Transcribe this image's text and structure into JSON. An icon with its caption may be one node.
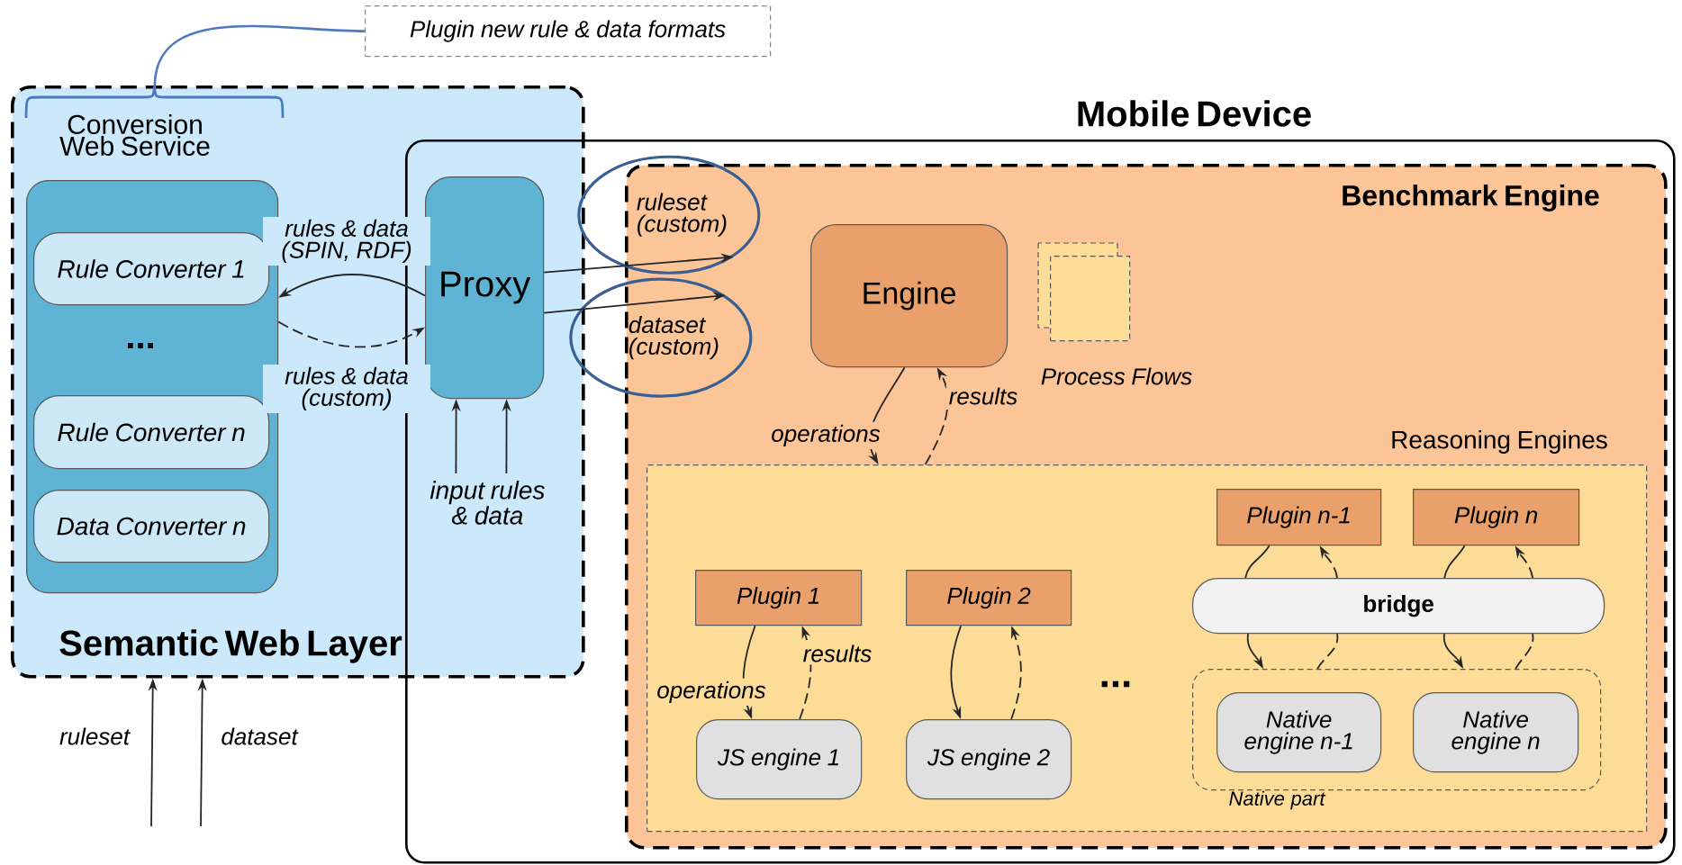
{
  "diagram": {
    "nodes": [
      {
        "text": [
          "Semantic Web Layer"
        ]
      },
      {
        "text": [
          "Conversion Web Service",
          "..."
        ],
        "in": 0
      },
      {
        "text": [
          "Rule Converter 1"
        ],
        "in": 1
      },
      {
        "text": [
          "Rule Converter n"
        ],
        "in": 1
      },
      {
        "text": [
          "Data Converter n"
        ],
        "in": 1
      },
      {
        "text": [
          "Mobile Device"
        ]
      },
      {
        "text": [
          "Proxy"
        ]
      },
      {
        "text": [
          "Benchmark Engine"
        ],
        "in": 5
      },
      {
        "text": [
          "ruleset (custom)"
        ],
        "in": 5
      },
      {
        "text": [
          "dataset (custom)"
        ],
        "in": 5
      },
      {
        "text": [
          "Engine"
        ],
        "in": 7
      },
      {
        "text": [
          "Process Flows"
        ],
        "in": 7
      },
      {
        "text": [
          "Reasoning Engines"
        ],
        "in": 7
      },
      {
        "text": [
          "Plugin 1"
        ],
        "in": 12
      },
      {
        "text": [
          "JS engine 1"
        ],
        "in": 12
      },
      {
        "text": [
          "Plugin 2"
        ],
        "in": 12
      },
      {
        "text": [
          "JS engine 2"
        ],
        "in": 12
      },
      {
        "text": [
          "Plugin n-1"
        ],
        "in": 12
      },
      {
        "text": [
          "Plugin n"
        ],
        "in": 12
      },
      {
        "text": [
          "bridge"
        ],
        "in": 12
      },
      {
        "text": [
          "Native part"
        ],
        "in": 12
      },
      {
        "text": [
          "Native engine n-1"
        ],
        "in": 20
      },
      {
        "text": [
          "Native engine n"
        ],
        "in": 20
      },
      {
        "text": [
          "Plugin new rule & data formats"
        ]
      },
      {
        "text": [],
        "shape": "brace",
        "in": 0
      },
      {
        "text": [
          "input rules & data"
        ]
      }
    ],
    "edges": [
      {
        "from": 6,
        "to": 1,
        "arrow": "to",
        "label": "rules & data (SPIN, RDF)"
      },
      {
        "from": 1,
        "to": 6,
        "arrow": "to",
        "label": "rules & data (custom)",
        "style": "dashed"
      },
      {
        "from": 6,
        "to": 8,
        "arrow": "to"
      },
      {
        "from": 6,
        "to": 9,
        "arrow": "to"
      },
      {
        "from": 10,
        "to": 12,
        "arrow": "to",
        "label": "operations"
      },
      {
        "from": 12,
        "to": 10,
        "arrow": "to",
        "label": "results",
        "style": "dashed"
      },
      {
        "from": 13,
        "to": 14,
        "arrow": "to",
        "label": "operations"
      },
      {
        "from": 14,
        "to": 13,
        "arrow": "to",
        "label": "results",
        "style": "dashed"
      },
      {
        "from": 15,
        "to": 16,
        "arrow": "to"
      },
      {
        "from": 16,
        "to": 15,
        "arrow": "to",
        "style": "dashed"
      },
      {
        "from": 17,
        "to": 19,
        "arrow": "none"
      },
      {
        "from": 19,
        "to": 17,
        "arrow": "to",
        "style": "dashed"
      },
      {
        "from": 19,
        "to": 20,
        "arrow": "to"
      },
      {
        "from": 20,
        "to": 19,
        "arrow": "none",
        "style": "dashed"
      },
      {
        "from": 18,
        "to": 19,
        "arrow": "none"
      },
      {
        "from": 19,
        "to": 18,
        "arrow": "to",
        "style": "dashed"
      },
      {
        "from": 19,
        "to": 20,
        "arrow": "to"
      },
      {
        "from": 20,
        "to": 19,
        "arrow": "none",
        "style": "dashed"
      },
      {
        "from": null,
        "to": 0,
        "arrow": "to",
        "label": "ruleset"
      },
      {
        "from": null,
        "to": 0,
        "arrow": "to",
        "label": "dataset"
      },
      {
        "from": 25,
        "to": 6,
        "arrow": "to"
      },
      {
        "from": 25,
        "to": 6,
        "arrow": "to"
      },
      {
        "from": 23,
        "to": 24,
        "arrow": "none",
        "color": "#4a7bc0"
      }
    ],
    "labels": [
      "..."
    ]
  }
}
